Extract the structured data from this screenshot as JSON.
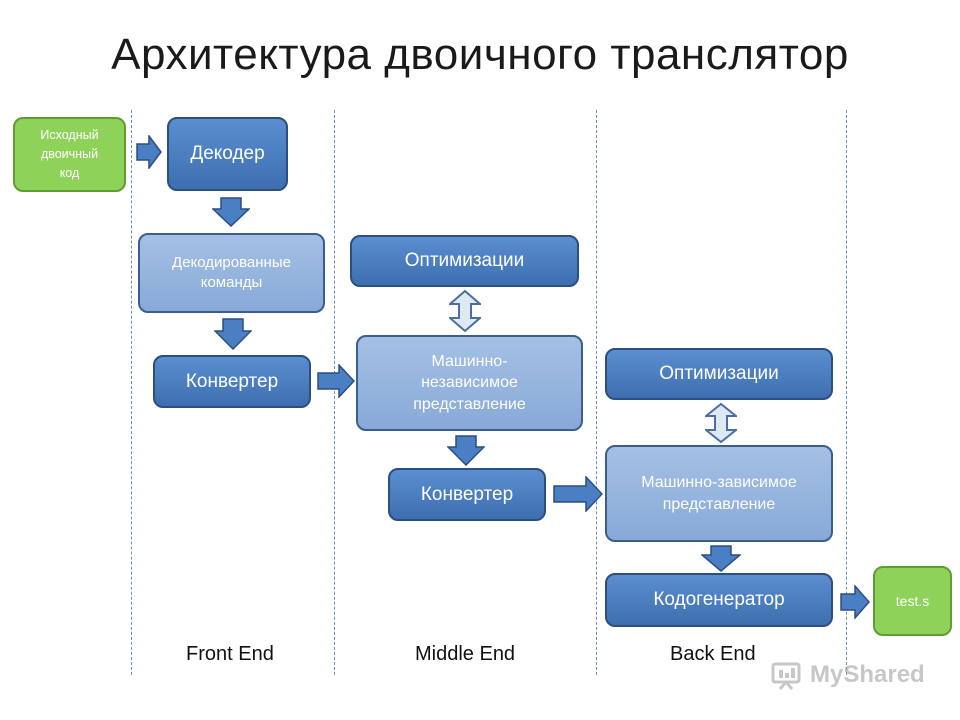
{
  "title": "Архитектура двоичного транслятор",
  "source": {
    "lines": [
      "Исходный",
      "двоичный",
      "код"
    ]
  },
  "front": {
    "decoder": "Декодер",
    "decoded": "Декодированные команды",
    "converter": "Конвертер"
  },
  "middle": {
    "optimizations": "Оптимизации",
    "ir": "Машинно-независимое представление",
    "converter": "Конвертер"
  },
  "back": {
    "optimizations": "Оптимизации",
    "ir": "Машинно-зависимое представление",
    "codegen": "Кодогенератор"
  },
  "output": "test.s",
  "sections": {
    "front": "Front End",
    "middle": "Middle End",
    "back": "Back End"
  },
  "watermark": "MyShared",
  "colors": {
    "arrow_fill": "#4a7fc4",
    "arrow_stroke": "#2b4f80",
    "double_fill": "#dfe8f5",
    "double_stroke": "#4a6fa0"
  }
}
